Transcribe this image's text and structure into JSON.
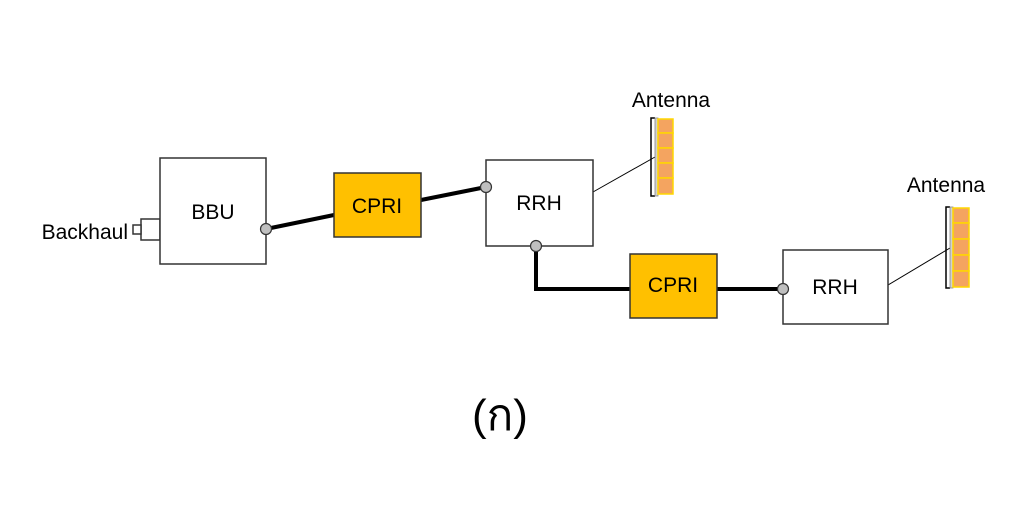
{
  "nodes": {
    "backhaul": "Backhaul",
    "bbu": "BBU",
    "cpri_1": "CPRI",
    "rrh_1": "RRH",
    "antenna_1": "Antenna",
    "cpri_2": "CPRI",
    "rrh_2": "RRH",
    "antenna_2": "Antenna"
  },
  "caption": "(ก)",
  "colors": {
    "cpri_fill": "#FFC000",
    "antenna_element": "#F4A460",
    "antenna_border": "#FFD700",
    "port_fill": "#BFBFBF"
  },
  "icons": {
    "backhaul_port": "connector-icon",
    "antenna": "antenna-array-icon"
  }
}
